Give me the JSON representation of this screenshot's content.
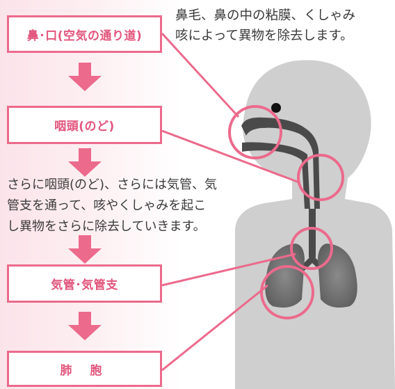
{
  "flow": {
    "nose_mouth": "鼻･口(空気の通り道)",
    "pharynx": "咽頭(のど)",
    "trachea": "気管･気管支",
    "alveoli": "肺 胞"
  },
  "captions": {
    "top": "鼻毛、鼻の中の粘膜、くしゃみ\n咳によって異物を除去します。",
    "middle": "さらに咽頭(のど)、さらには気管、気\n管支を通って、咳やくしゃみを起こ\nし異物をさらに除去していきます。"
  },
  "colors": {
    "accent": "#ec6a8c",
    "text": "#3a3a3a",
    "silhouette": "#cfcfcf",
    "airway": "#4a4a4a"
  },
  "icons": [
    "down-arrow-icon",
    "human-silhouette-icon",
    "highlight-circle-icon"
  ]
}
